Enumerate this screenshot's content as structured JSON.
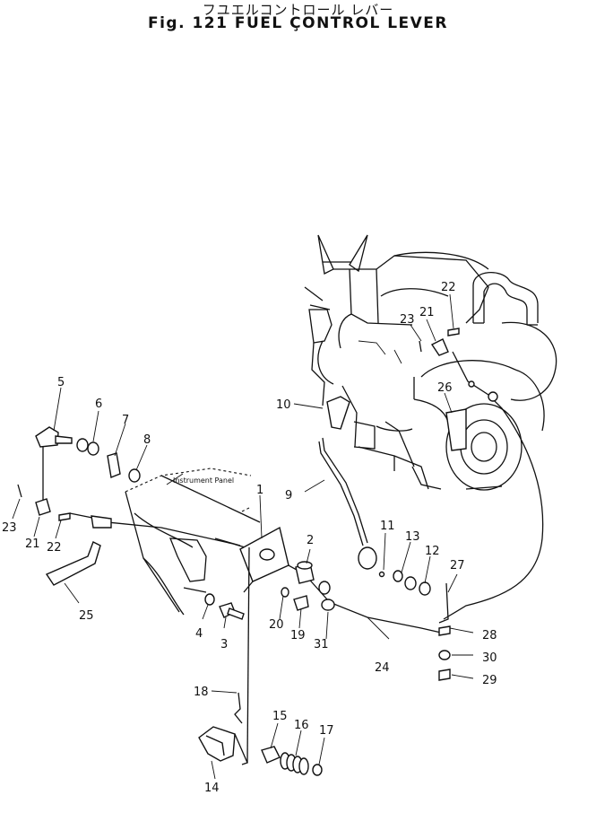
{
  "header": {
    "title_jp": "フユエルコントロール レバー",
    "title_en": "Fig. 121 FUEL ÇONTROL LEVER"
  },
  "annotations": {
    "instrument_panel": "Instrument Panel"
  },
  "callouts": [
    "1",
    "2",
    "3",
    "4",
    "5",
    "6",
    "7",
    "8",
    "9",
    "10",
    "11",
    "12",
    "13",
    "14",
    "15",
    "16",
    "17",
    "18",
    "19",
    "20",
    "21",
    "22",
    "23",
    "24",
    "25",
    "26",
    "27",
    "28",
    "29",
    "30",
    "31"
  ]
}
